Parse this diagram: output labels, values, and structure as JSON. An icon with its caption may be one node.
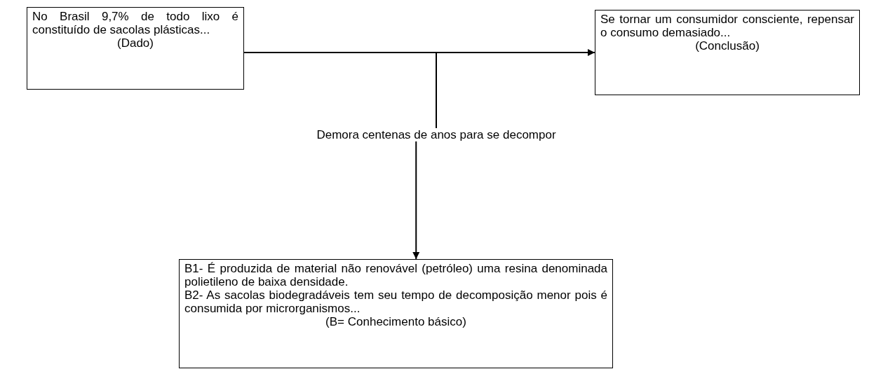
{
  "diagram": {
    "nodes": [
      {
        "text": [
          "No Brasil 9,7% de todo lixo é constituído de sacolas plásticas...",
          "(Dado)"
        ]
      },
      {
        "text": [
          "Se tornar um consumidor consciente, repensar o consumo demasiado...",
          "(Conclusão)"
        ]
      },
      {
        "text": [
          "Demora centenas de anos para se decompor"
        ]
      },
      {
        "text": [
          "B1- É produzida de material não renovável (petróleo) uma resina denominada polietileno de baixa densidade.",
          "B2- As sacolas biodegradáveis tem seu tempo de decomposição menor pois é consumida por microrganismos...",
          "(B= Conhecimento básico)"
        ]
      }
    ],
    "edges": [
      {
        "from": 0,
        "to": 1,
        "arrow": "to"
      },
      {
        "from": 2,
        "to": null,
        "arrow": "none"
      },
      {
        "from": 2,
        "to": 3,
        "arrow": "to"
      }
    ]
  }
}
